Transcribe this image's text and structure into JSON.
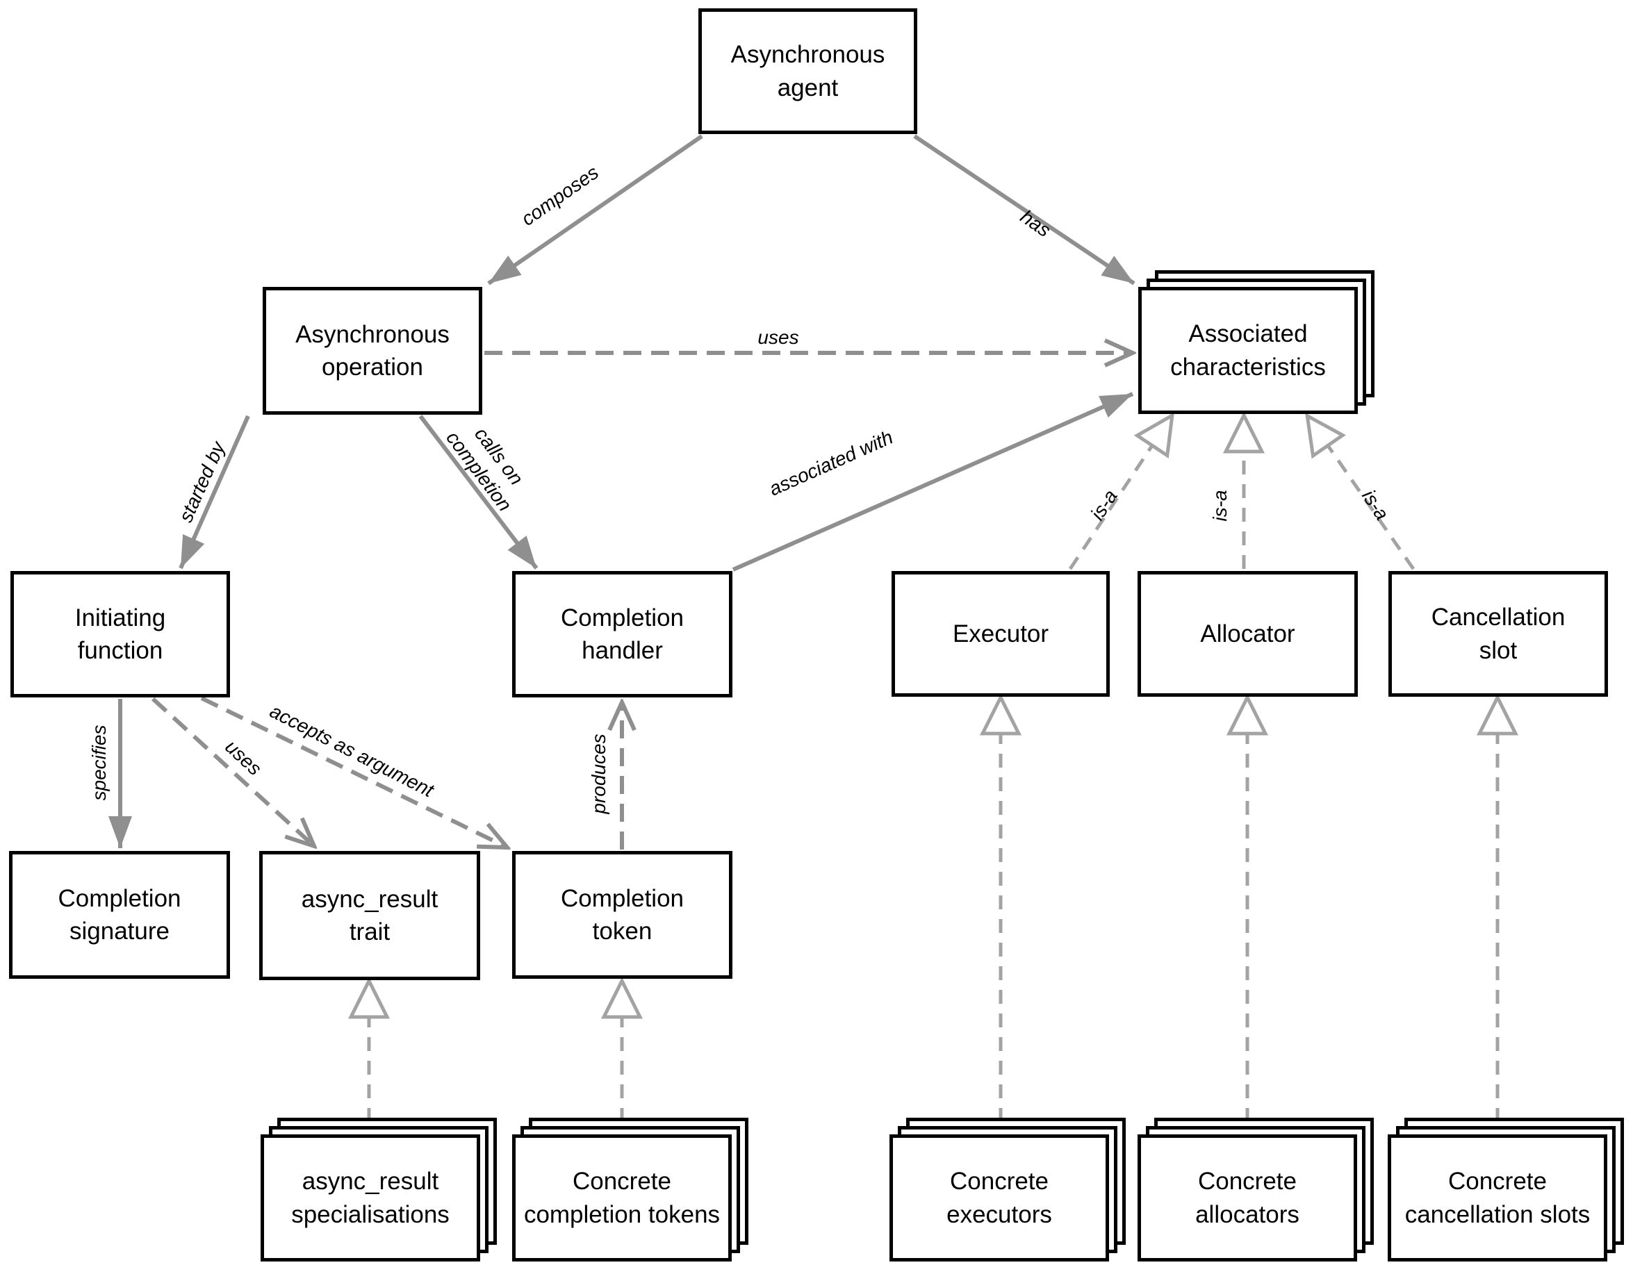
{
  "diagram": {
    "nodes": {
      "agent": {
        "label": [
          "Asynchronous",
          "agent"
        ]
      },
      "async_op": {
        "label": [
          "Asynchronous",
          "operation"
        ]
      },
      "assoc_char": {
        "label": [
          "Associated",
          "characteristics"
        ]
      },
      "init_func": {
        "label": [
          "Initiating",
          "function"
        ]
      },
      "compl_handler": {
        "label": [
          "Completion",
          "handler"
        ]
      },
      "executor": {
        "label": "Executor"
      },
      "allocator": {
        "label": "Allocator"
      },
      "cancel_slot": {
        "label": [
          "Cancellation",
          "slot"
        ]
      },
      "compl_sig": {
        "label": [
          "Completion",
          "signature"
        ]
      },
      "trait": {
        "label": [
          "async_result",
          "trait"
        ]
      },
      "token": {
        "label": [
          "Completion",
          "token"
        ]
      },
      "spec": {
        "label": [
          "async_result",
          "specialisations"
        ]
      },
      "concrete_tokens": {
        "label": [
          "Concrete",
          "completion tokens"
        ]
      },
      "concrete_executors": {
        "label": [
          "Concrete",
          "executors"
        ]
      },
      "concrete_allocators": {
        "label": [
          "Concrete",
          "allocators"
        ]
      },
      "concrete_cancel_slots": {
        "label": [
          "Concrete",
          "cancellation slots"
        ]
      }
    },
    "edges": {
      "composes": {
        "label": "composes"
      },
      "has": {
        "label": "has"
      },
      "uses_characteristics": {
        "label": "uses"
      },
      "started_by": {
        "label": "started by"
      },
      "calls_on_completion": {
        "label": [
          "calls on",
          "completion"
        ]
      },
      "associated_with": {
        "label": "associated with"
      },
      "is_a_executor": {
        "label": "is-a"
      },
      "is_a_allocator": {
        "label": "is-a"
      },
      "is_a_cancellation": {
        "label": "is-a"
      },
      "specifies": {
        "label": "specifies"
      },
      "uses_trait": {
        "label": "uses"
      },
      "accepts_as_argument": {
        "label": "accepts as argument"
      },
      "produces": {
        "label": "produces"
      }
    },
    "colors": {
      "arrow": "#8f8f8f",
      "generalization": "#a3a3a3",
      "box_border": "#000000",
      "box_fill": "#ffffff",
      "text": "#000000"
    }
  }
}
